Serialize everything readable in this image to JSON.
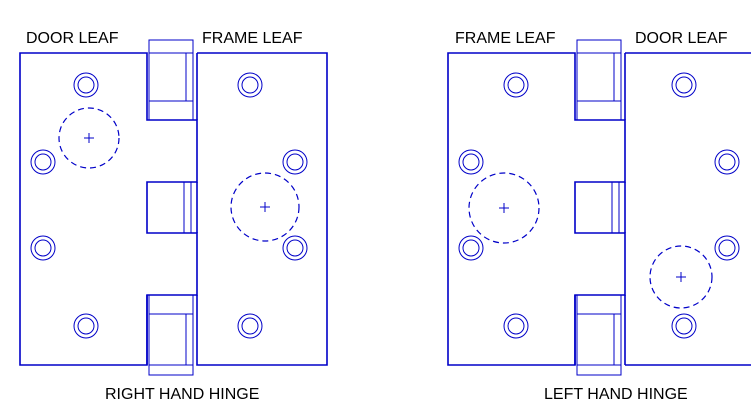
{
  "colors": {
    "line": "#0000c8",
    "text": "#000000",
    "background": "#ffffff"
  },
  "right_hinge": {
    "title": "RIGHT HAND HINGE",
    "left_leaf_label": "DOOR LEAF",
    "right_leaf_label": "FRAME LEAF"
  },
  "left_hinge": {
    "title": "LEFT HAND HINGE",
    "left_leaf_label": "FRAME LEAF",
    "right_leaf_label": "DOOR LEAF"
  }
}
